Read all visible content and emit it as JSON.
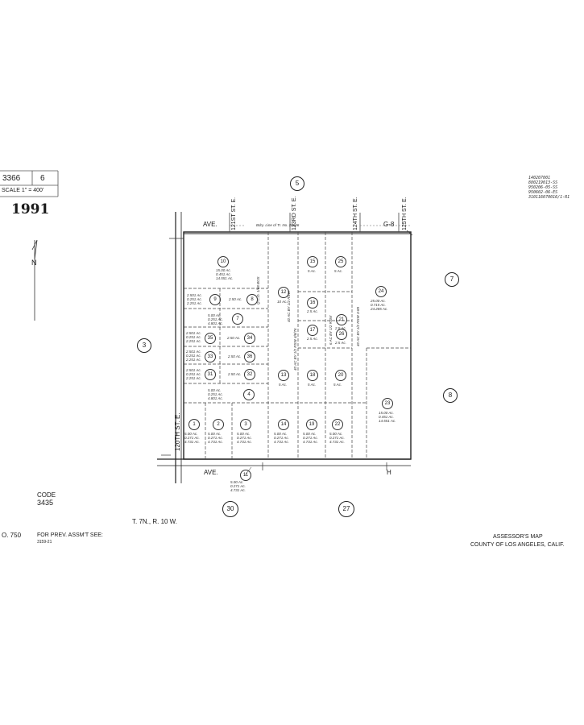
{
  "header": {
    "book": "3366",
    "page": "6",
    "scale": "SCALE 1\" = 400'",
    "year": "1991",
    "top_right_codes": [
      "140207001",
      "880219013-SS",
      "950206-05-SS",
      "950602-06-ES",
      "310116070016/1-R1"
    ]
  },
  "north_label": "N",
  "streets": {
    "ave_g8": "AVE.",
    "g8": "G-8",
    "ave_h": "AVE.",
    "h": "H",
    "st_121": "121ST ST. E.",
    "st_123": "123RD ST. E.",
    "st_124": "124TH ST. E.",
    "st_125": "125TH ST. E.",
    "st_120": "120TH ST. E.",
    "easement": "Bdry. Line of Tr. No. 29646"
  },
  "adjacent_pages": {
    "top": "5",
    "left": "3",
    "right_top": "7",
    "right_bottom": "8",
    "bottom_left": "30",
    "bottom_right": "27"
  },
  "lots": [
    {
      "n": "10",
      "acres": [
        "15.00 Ac.",
        "0.451 Ac.",
        "14.551 Ac."
      ]
    },
    {
      "n": "9",
      "acres": [
        "2.501 Ac.",
        "0.251 Ac.",
        "2.251 Ac."
      ]
    },
    {
      "n": "8",
      "acres": [
        "2.50 Ac."
      ]
    },
    {
      "n": "7",
      "acres": [
        "5.00 Ac.",
        "0.251 Ac.",
        "4.801 Ac."
      ]
    },
    {
      "n": "35",
      "acres": [
        "2.501 Ac.",
        "0.251 Ac.",
        "2.251 Ac."
      ]
    },
    {
      "n": "34",
      "acres": [
        "2.50 Ac."
      ]
    },
    {
      "n": "33",
      "acres": [
        "2.501 Ac.",
        "0.251 Ac.",
        "2.251 Ac."
      ]
    },
    {
      "n": "36",
      "acres": [
        "2.50 Ac."
      ]
    },
    {
      "n": "31",
      "acres": [
        "2.501 Ac.",
        "0.251 Ac.",
        "2.251 Ac."
      ]
    },
    {
      "n": "32",
      "acres": [
        "2.50 Ac."
      ]
    },
    {
      "n": "4",
      "acres": [
        "5.00 Ac.",
        "0.251 Ac.",
        "4.801 Ac."
      ]
    },
    {
      "n": "1",
      "acres": [
        "5.00 Ac.",
        "0.271 Ac.",
        "4.731 Ac."
      ]
    },
    {
      "n": "2",
      "acres": [
        "5.00 Ac.",
        "0.271 Ac.",
        "4.731 Ac."
      ]
    },
    {
      "n": "3",
      "acres": [
        "5.00 Ac.",
        "0.271 Ac.",
        "4.731 Ac."
      ]
    },
    {
      "n": "12",
      "acres": [
        "10 Ac."
      ]
    },
    {
      "n": "13",
      "acres": [
        "5 Ac."
      ]
    },
    {
      "n": "14",
      "acres": [
        "5.00 Ac.",
        "0.271 Ac.",
        "4.731 Ac."
      ]
    },
    {
      "n": "15",
      "acres": [
        "5 Ac."
      ]
    },
    {
      "n": "16",
      "acres": [
        "2.5 Ac."
      ]
    },
    {
      "n": "17",
      "acres": [
        "2.5 Ac."
      ]
    },
    {
      "n": "18",
      "acres": [
        "5 Ac."
      ]
    },
    {
      "n": "19",
      "acres": [
        "5.00 Ac.",
        "0.271 Ac.",
        "4.731 Ac."
      ]
    },
    {
      "n": "20",
      "acres": [
        "5 Ac."
      ]
    },
    {
      "n": "21",
      "acres": [
        "2.5 Ac."
      ]
    },
    {
      "n": "22",
      "acres": [
        "5.00 Ac.",
        "0.271 Ac.",
        "4.731 Ac."
      ]
    },
    {
      "n": "23",
      "acres": [
        "15.00 Ac.",
        "0.451 Ac.",
        "14.551 Ac."
      ]
    },
    {
      "n": "24",
      "acres": [
        "25.00 Ac.",
        "0.715 Ac.",
        "24.285 Ac."
      ]
    },
    {
      "n": "25",
      "acres": [
        "5 Ac."
      ]
    },
    {
      "n": "26",
      "acres": [
        "2.5 Ac."
      ]
    },
    {
      "n": "11",
      "acres": [
        "5.00 Ac.",
        "0.271 Ac.",
        "4.731 Ac."
      ]
    }
  ],
  "vertical_notes": [
    "Q.C.D. 1/68 BOS",
    "40 AC BY 1/2 RSW",
    "40 AC BY 1/2 RSW 4/8/76",
    "6 AC BY 1/2 RSW",
    "40 AC BY 1/2 RSW 3-89"
  ],
  "footer": {
    "code_label": "CODE",
    "code_value": "3435",
    "township": "T. 7N., R. 10 W.",
    "no_label": "O. 750",
    "prev_label": "FOR PREV. ASSM'T SEE:",
    "prev_value": "3159-21",
    "assessor": "ASSESSOR'S MAP",
    "county": "COUNTY OF LOS ANGELES, CALIF."
  },
  "colors": {
    "ink": "#1a1a1a",
    "paper": "#ffffff"
  }
}
